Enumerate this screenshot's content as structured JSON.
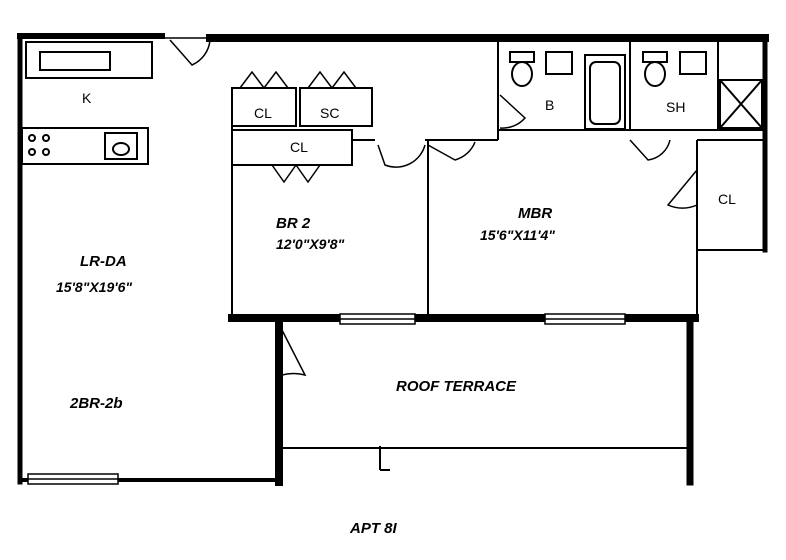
{
  "plan": {
    "title": "APT 8I",
    "unit_type": "2BR-2b",
    "rooms": [
      {
        "id": "living",
        "name": "LR-DA",
        "dims": "15'8\"X19'6\""
      },
      {
        "id": "bedroom2",
        "name": "BR 2",
        "dims": "12'0\"X9'8\""
      },
      {
        "id": "master",
        "name": "MBR",
        "dims": "15'6\"X11'4\""
      },
      {
        "id": "terrace",
        "name": "ROOF TERRACE",
        "dims": ""
      }
    ],
    "small_labels": {
      "kitchen": "K",
      "closet1": "CL",
      "storage_closet": "SC",
      "closet2": "CL",
      "bath": "B",
      "shower_bath": "SH",
      "master_closet": "CL"
    }
  }
}
